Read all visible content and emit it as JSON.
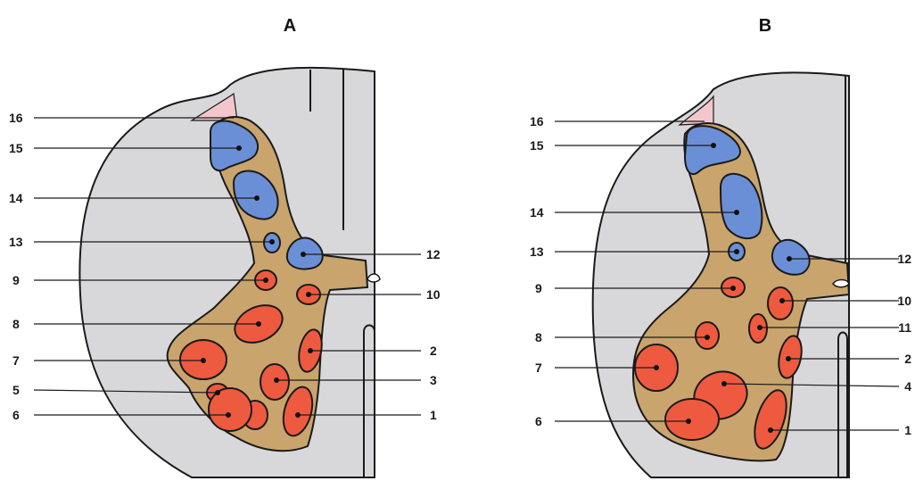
{
  "panels": [
    {
      "title": "A",
      "labels_left": [
        "16",
        "15",
        "14",
        "13",
        "9",
        "8",
        "7",
        "5",
        "6"
      ],
      "labels_right": [
        "12",
        "10",
        "2",
        "3",
        "1"
      ]
    },
    {
      "title": "B",
      "labels_left": [
        "16",
        "15",
        "14",
        "13",
        "9",
        "8",
        "7",
        "6"
      ],
      "labels_right": [
        "12",
        "10",
        "11",
        "2",
        "4",
        "1"
      ]
    }
  ],
  "colors": {
    "white_matter": "#d8d8da",
    "grey_matter": "#c9a46c",
    "sensory_nuclei": "#6b8fd6",
    "motor_nuclei": "#ee5a40",
    "pia": "#f3c6cc"
  }
}
